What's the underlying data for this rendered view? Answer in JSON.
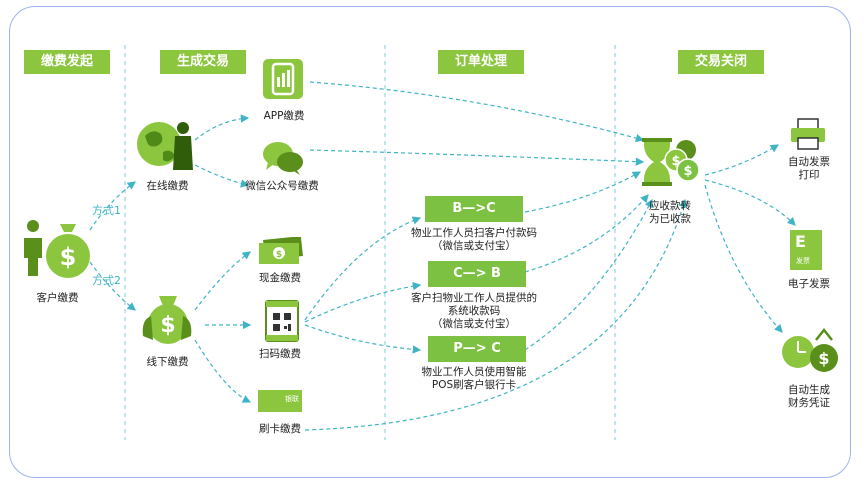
{
  "columns": [
    "缴费发起",
    "生成交易",
    "订单处理",
    "交易关闭"
  ],
  "customer": {
    "label": "客户缴费"
  },
  "methods": {
    "m1": "方式1",
    "m2": "方式2"
  },
  "online": {
    "label": "在线缴费"
  },
  "offline": {
    "label": "线下缴费"
  },
  "app": {
    "label": "APP缴费"
  },
  "wechat": {
    "label": "微信公众号缴费"
  },
  "cash": {
    "label": "现金缴费"
  },
  "scan": {
    "label": "扫码缴费"
  },
  "card": {
    "label": "刷卡缴费",
    "icon_text": "银联"
  },
  "orders": [
    {
      "button": "B—>C",
      "desc": [
        "物业工作人员扫客户付款码",
        "（微信或支付宝）"
      ]
    },
    {
      "button": "C—> B",
      "desc": [
        "客户扫物业工作人员提供的",
        "系统收款码",
        "（微信或支付宝）"
      ]
    },
    {
      "button": "P—> C",
      "desc": [
        "物业工作人员使用智能",
        "POS刷客户银行卡"
      ]
    }
  ],
  "convert": {
    "lines": [
      "应收款转",
      "为已收款"
    ]
  },
  "outputs": {
    "print": [
      "自动发票",
      "打印"
    ],
    "einvoice": {
      "label": "电子发票",
      "icon_letter": "E",
      "icon_text": "发票"
    },
    "voucher": [
      "自动生成",
      "财务凭证"
    ]
  },
  "colors": {
    "green": "#8cc63f",
    "teal": "#3fb4c5",
    "frame": "#9fb4ee"
  }
}
